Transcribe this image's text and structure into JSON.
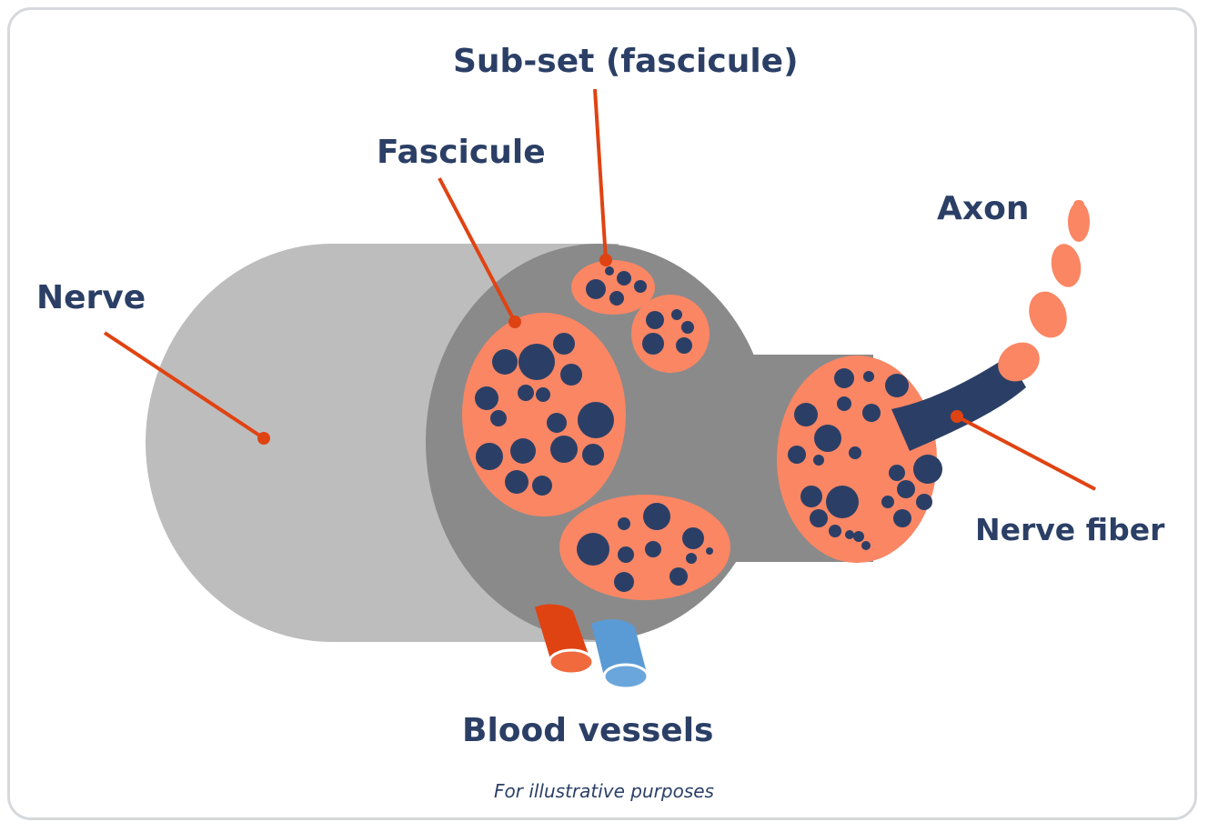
{
  "labels": {
    "nerve": "Nerve",
    "fascicule": "Fascicule",
    "subset": "Sub-set (fascicule)",
    "axon": "Axon",
    "nerve_fiber": "Nerve fiber",
    "blood_vessels": "Blood vessels"
  },
  "caption": "For illustrative purposes",
  "colors": {
    "label_text": "#2b3f66",
    "leader_line": "#e04312",
    "nerve_outer": "#bdbdbd",
    "nerve_inner": "#8a8a8a",
    "fascicule": "#fa8664",
    "fiber": "#2b3f66",
    "artery": "#e04312",
    "vein": "#5b9bd5",
    "frame": "#d6d8dc"
  }
}
